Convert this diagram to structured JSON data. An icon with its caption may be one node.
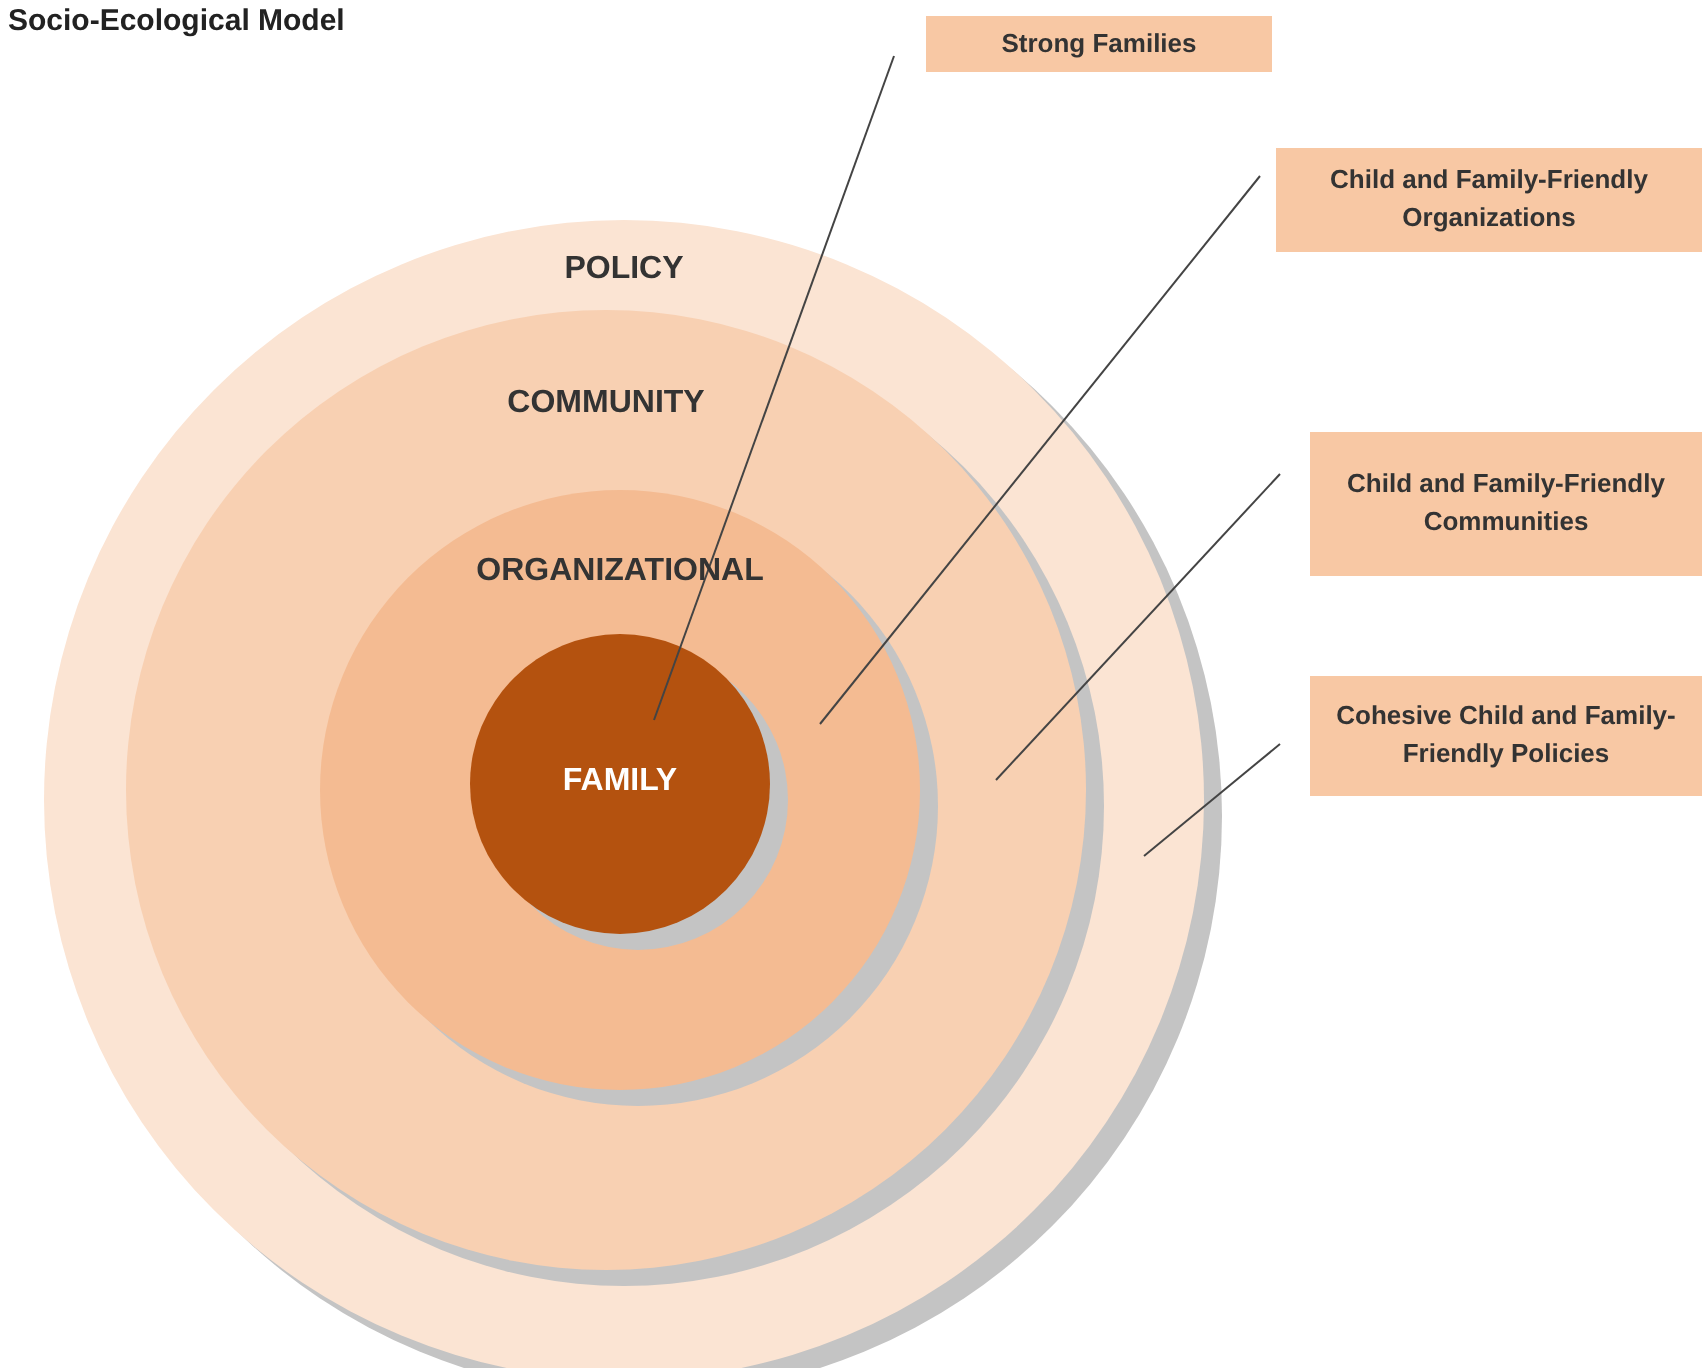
{
  "diagram": {
    "title": "Socio-Ecological Model",
    "nodes": [
      {
        "text": [
          "POLICY"
        ]
      },
      {
        "text": [
          "COMMUNITY"
        ],
        "in": 0
      },
      {
        "text": [
          "ORGANIZATIONAL"
        ],
        "in": 1
      },
      {
        "text": [
          "FAMILY"
        ],
        "in": 2
      },
      {
        "text": [
          "Strong Families"
        ]
      },
      {
        "text": [
          "Child and Family-Friendly Organizations"
        ]
      },
      {
        "text": [
          "Child and Family-Friendly Communities"
        ]
      },
      {
        "text": [
          "Cohesive Child and Family-Friendly Policies"
        ]
      }
    ],
    "edges": [
      {
        "from": 4,
        "to": 3,
        "arrow": "none"
      },
      {
        "from": 5,
        "to": 2,
        "arrow": "none"
      },
      {
        "from": 6,
        "to": 1,
        "arrow": "none"
      },
      {
        "from": 7,
        "to": 0,
        "arrow": "none"
      }
    ]
  }
}
